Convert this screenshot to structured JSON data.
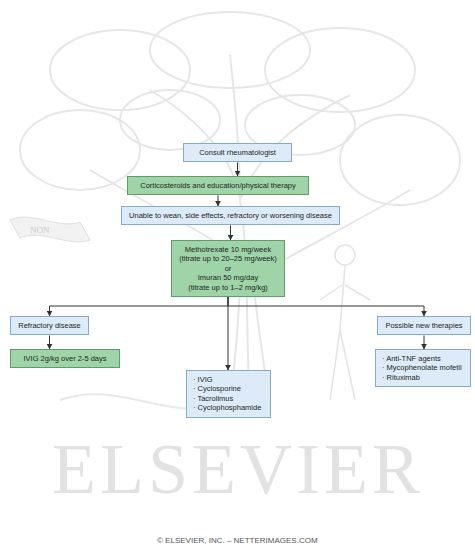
{
  "diagram": {
    "nodes": [
      {
        "text": [
          "Consult rheumatologist"
        ]
      },
      {
        "text": [
          "Corticosteroids and education/physical therapy"
        ]
      },
      {
        "text": [
          "Unable to wean, side effects, refractory or worsening disease"
        ]
      },
      {
        "text": [
          "Methotrexate 10 mg/week",
          "(titrate up to 20–25 mg/week)",
          "or",
          "Imuran 50 mg/day",
          "(titrate up to 1–2 mg/kg)"
        ]
      },
      {
        "text": [
          "Refractory disease"
        ]
      },
      {
        "text": [
          "IVIG 2g/kg over 2-5 days"
        ]
      },
      {
        "text": [
          "· IVIG",
          "· Cyclosporine",
          "· Tacrolimus",
          "· Cyclophosphamide"
        ]
      },
      {
        "text": [
          "Possible new therapies"
        ]
      },
      {
        "text": [
          "· Anti-TNF agents",
          "· Mycophenolate mofetil",
          "· Rituximab"
        ]
      }
    ],
    "edges": [
      {
        "from": 0,
        "to": 1,
        "arrow": "to"
      },
      {
        "from": 1,
        "to": 2,
        "arrow": "to"
      },
      {
        "from": 2,
        "to": 3,
        "arrow": "to"
      },
      {
        "from": 3,
        "to": 4,
        "arrow": "to"
      },
      {
        "from": 3,
        "to": 6,
        "arrow": "to"
      },
      {
        "from": 3,
        "to": 7,
        "arrow": "to"
      },
      {
        "from": 4,
        "to": 5,
        "arrow": "to"
      },
      {
        "from": 7,
        "to": 8,
        "arrow": "to"
      }
    ],
    "labels": [
      "NON",
      "ELSEVIER",
      "© ELSEVIER, INC. – NETTERIMAGES.COM"
    ]
  }
}
